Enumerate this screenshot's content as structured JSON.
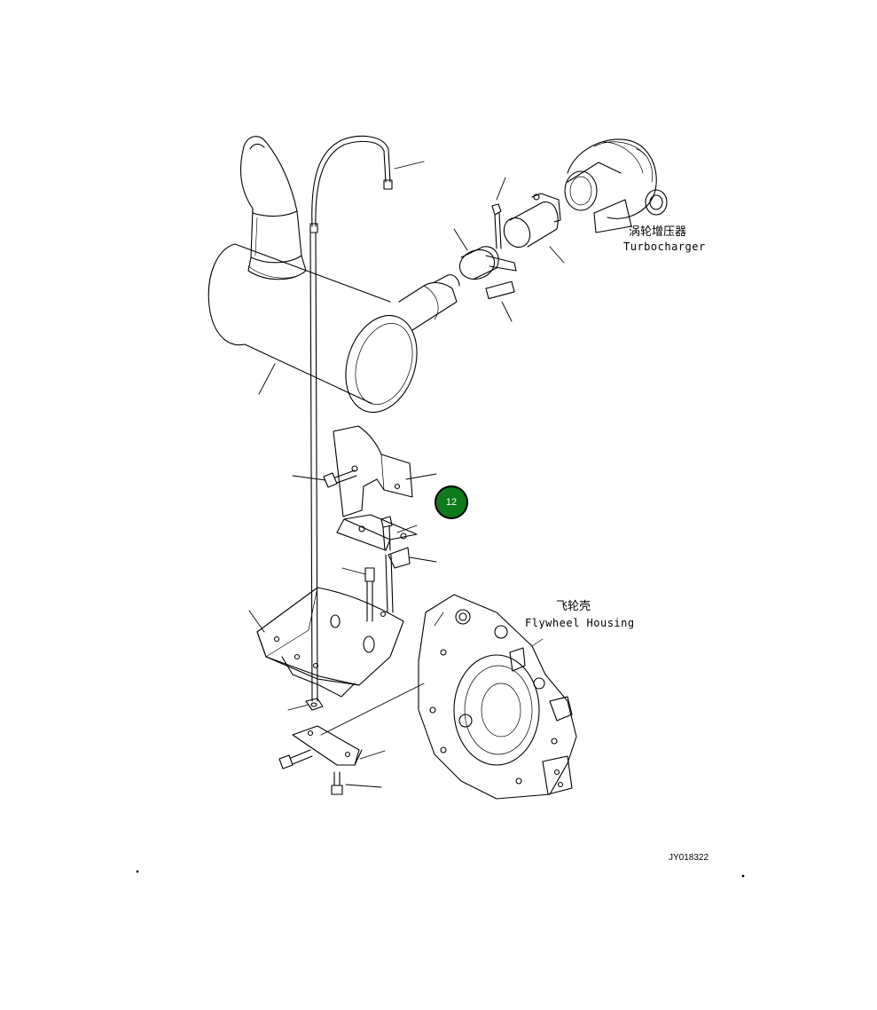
{
  "labels": {
    "turbocharger_cn": "涡轮增压器",
    "turbocharger_en": "Turbocharger",
    "flywheel_cn": "飞轮壳",
    "flywheel_en": "Flywheel Housing",
    "drawing_code": "JY018322"
  },
  "callout": {
    "badge_number": "12",
    "badge_color": "#0d7a1c"
  },
  "icons": {
    "badge": "numbered-circle-icon"
  }
}
